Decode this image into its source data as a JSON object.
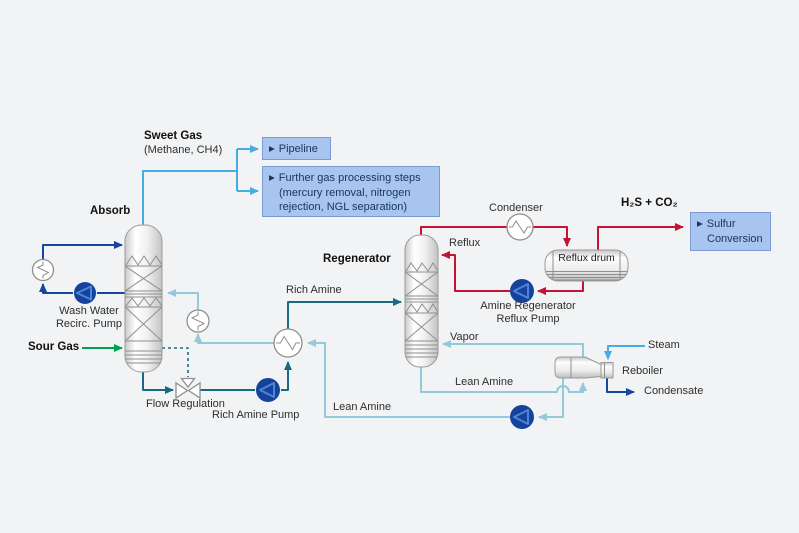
{
  "colors": {
    "background": "#f2f3f4",
    "sweet_gas_blue": "#45ACE4",
    "dark_blue": "#1547A0",
    "rich_amine_teal": "#1A6A82",
    "lean_amine_teal": "#93C9DA",
    "acid_gas_red": "#C41334",
    "sour_gas_green": "#00A350",
    "link_box_fill": "#A7C5EF",
    "link_box_border": "#7B9BD2",
    "link_box_text": "#16365C",
    "pump_fill": "#15439B",
    "pump_accent": "#4D86D8",
    "equipment_stroke": "#8F8F8F"
  },
  "labels": {
    "absorb": "Absorb",
    "sweet_gas": "Sweet Gas",
    "sweet_gas_detail": "(Methane, CH4)",
    "wash_water_line1": "Wash Water",
    "wash_water_line2": "Recirc. Pump",
    "sour_gas": "Sour Gas",
    "flow_regulation": "Flow Regulation",
    "rich_amine_pump": "Rich Amine Pump",
    "rich_amine": "Rich Amine",
    "lean_amine_long_line": "Lean Amine",
    "lean_amine_regen": "Lean Amine",
    "vapor": "Vapor",
    "regenerator": "Regenerator",
    "reflux": "Reflux",
    "condenser": "Condenser",
    "reflux_drum": "Reflux drum",
    "reflux_pump_line1": "Amine Regenerator",
    "reflux_pump_line2": "Reflux Pump",
    "acid_gas": "H₂S + CO₂",
    "steam": "Steam",
    "reboiler": "Reboiler",
    "condensate": "Condensate"
  },
  "boxes": {
    "bullet": "▶",
    "pipeline": {
      "label": "Pipeline"
    },
    "further_processing": {
      "lines": [
        "Further gas processing steps",
        "(mercury removal, nitrogen",
        "rejection, NGL separation)"
      ]
    },
    "sulfur_conversion": {
      "lines": [
        "Sulfur",
        "Conversion"
      ]
    }
  }
}
